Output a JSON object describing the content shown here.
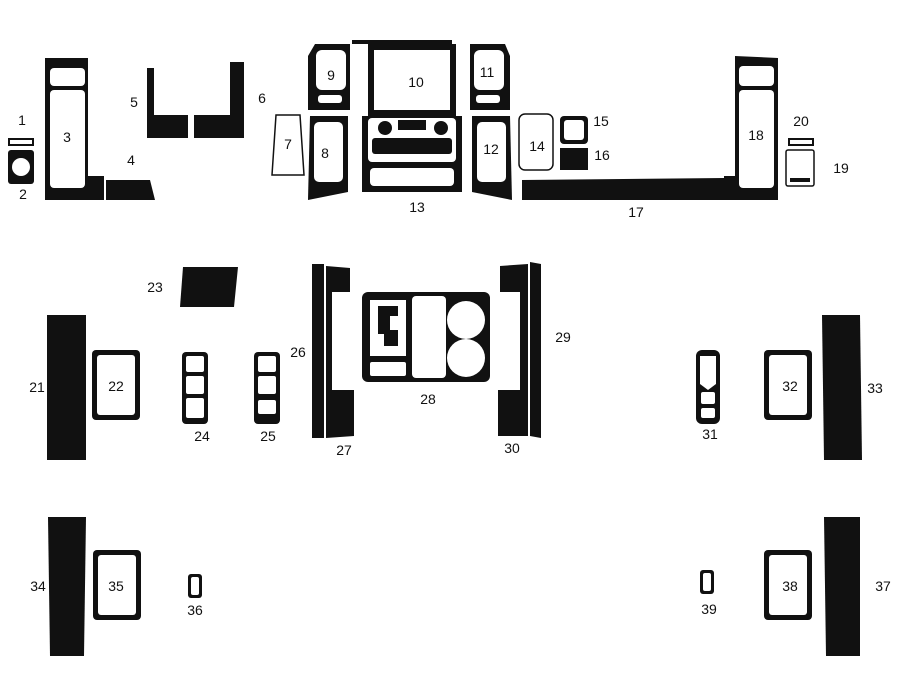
{
  "colors": {
    "piece": "#111111",
    "cutout": "#ffffff",
    "background": "#ffffff"
  },
  "parts": {
    "p1": "1",
    "p2": "2",
    "p3": "3",
    "p4": "4",
    "p5": "5",
    "p6": "6",
    "p7": "7",
    "p8": "8",
    "p9": "9",
    "p10": "10",
    "p11": "11",
    "p12": "12",
    "p13": "13",
    "p14": "14",
    "p15": "15",
    "p16": "16",
    "p17": "17",
    "p18": "18",
    "p19": "19",
    "p20": "20",
    "p21": "21",
    "p22": "22",
    "p23": "23",
    "p24": "24",
    "p25": "25",
    "p26": "26",
    "p27": "27",
    "p28": "28",
    "p29": "29",
    "p30": "30",
    "p31": "31",
    "p32": "32",
    "p33": "33",
    "p34": "34",
    "p35": "35",
    "p36": "36",
    "p37": "37",
    "p38": "38",
    "p39": "39"
  }
}
